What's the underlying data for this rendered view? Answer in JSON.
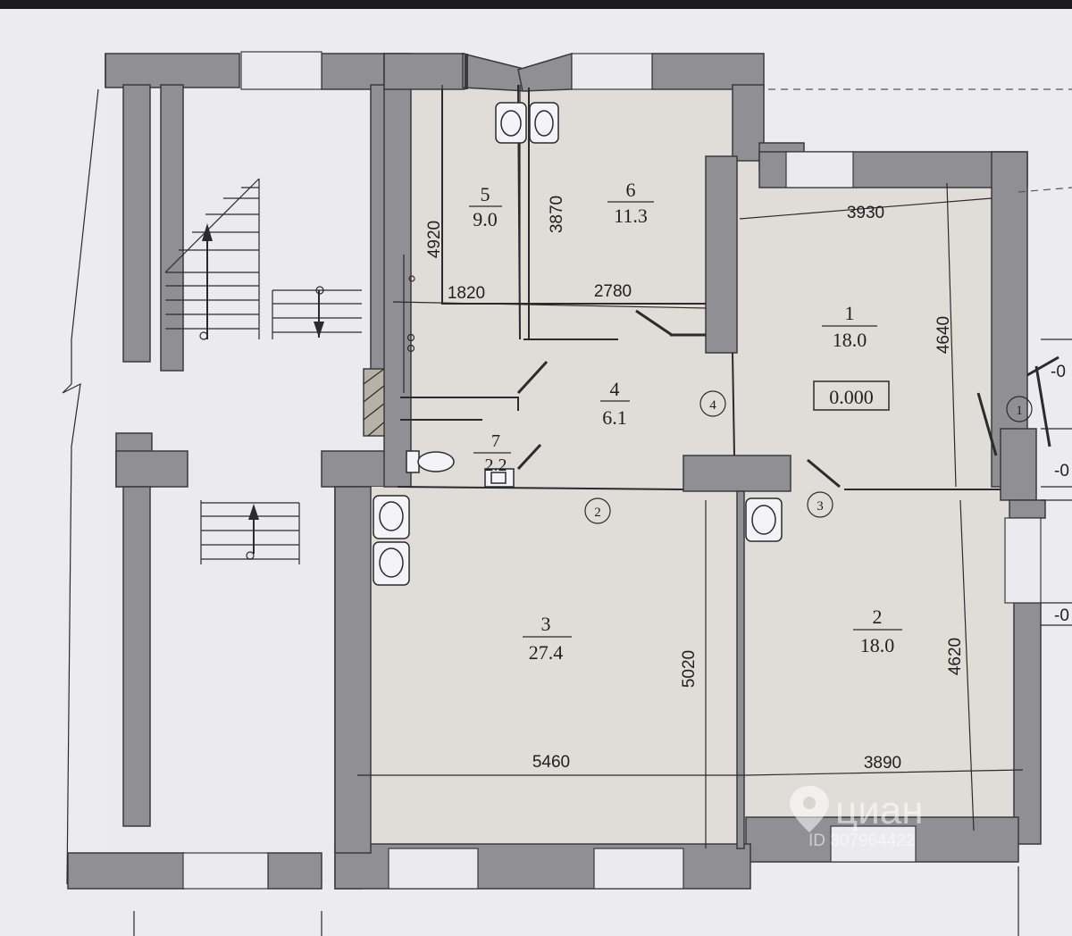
{
  "rooms": [
    {
      "number": "1",
      "area": "18.0"
    },
    {
      "number": "2",
      "area": "18.0"
    },
    {
      "number": "3",
      "area": "27.4"
    },
    {
      "number": "4",
      "area": "6.1"
    },
    {
      "number": "5",
      "area": "9.0"
    },
    {
      "number": "6",
      "area": "11.3"
    },
    {
      "number": "7",
      "area": "2.2"
    }
  ],
  "dimensions": {
    "d3930": "3930",
    "d4640": "4640",
    "d4920": "4920",
    "d1820": "1820",
    "d3870": "3870",
    "d2780": "2780",
    "d5020": "5020",
    "d5460": "5460",
    "d4620": "4620",
    "d3890": "3890"
  },
  "level_mark": "0.000",
  "markers": [
    "1",
    "2",
    "3",
    "4"
  ],
  "edge_marks": [
    "-0",
    "-0",
    "-0"
  ],
  "watermark": {
    "brand": "циан",
    "id": "ID 307964422"
  }
}
